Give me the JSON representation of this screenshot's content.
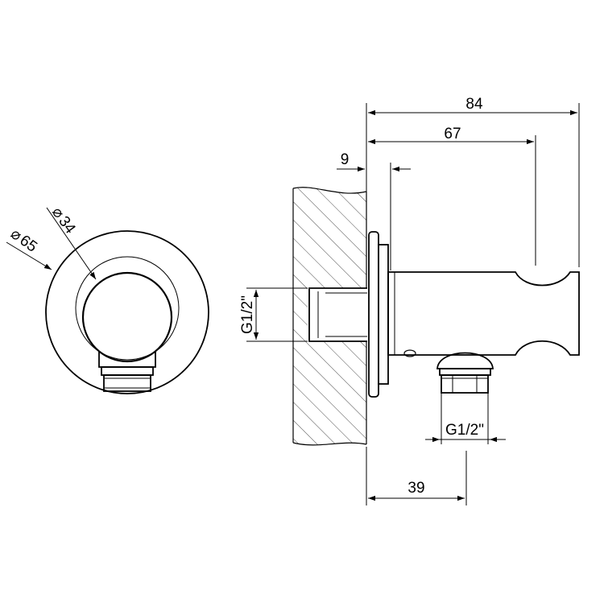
{
  "dimensions": {
    "total_length": "84",
    "holder_length": "67",
    "flange_thickness": "9",
    "outlet_offset": "39",
    "wall_thread": "G1/2\"",
    "outlet_thread": "G1/2\"",
    "inner_diameter": "34",
    "outer_diameter": "65",
    "diameter_symbol": "⌀"
  },
  "colors": {
    "line": "#000000",
    "background": "#ffffff"
  }
}
